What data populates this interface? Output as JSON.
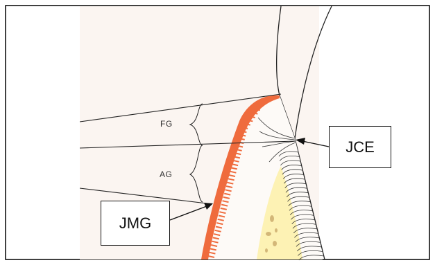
{
  "labels": {
    "fg": "FG",
    "ag": "AG",
    "jce": "JCE",
    "jmg": "JMG"
  },
  "colors": {
    "epithelium": "#ef6b3d",
    "bone": "#fdf2b4",
    "bone_marrow": "#c9a96a",
    "line": "#222222",
    "background_tint": "#fbf5f1"
  }
}
